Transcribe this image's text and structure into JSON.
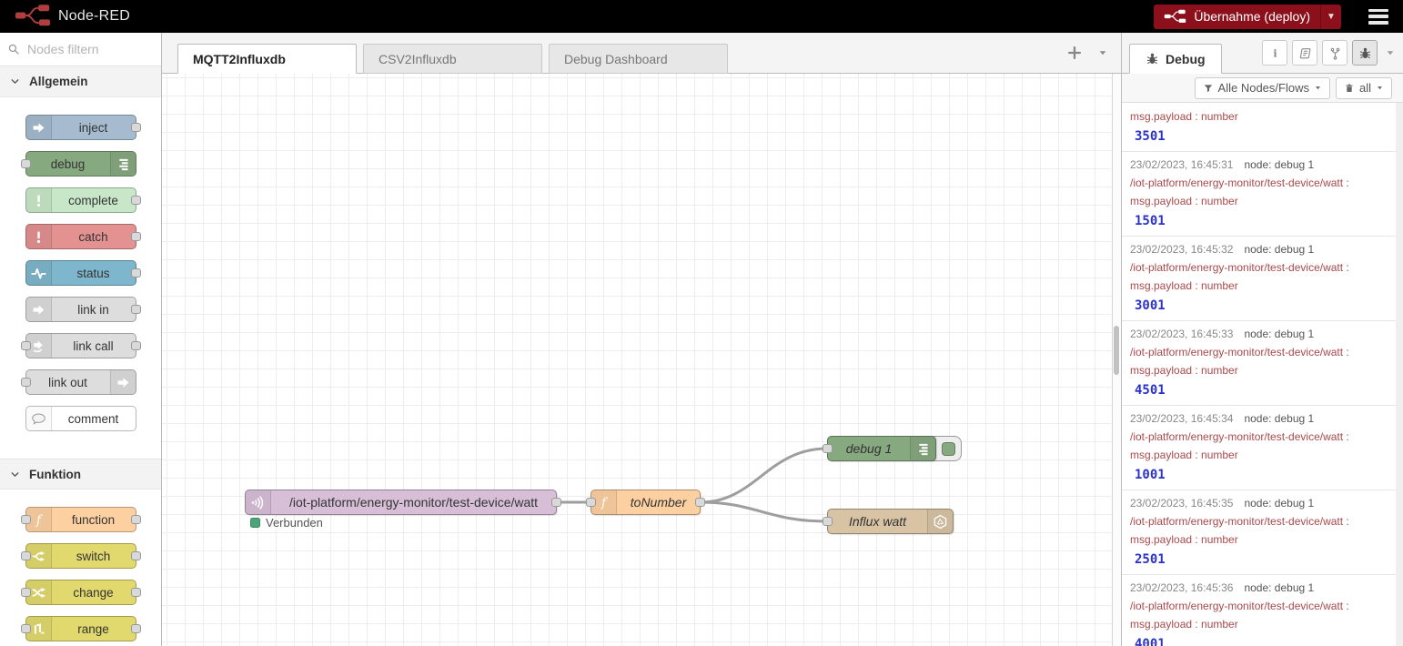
{
  "header": {
    "app_name": "Node-RED",
    "deploy_label": "Übernahme (deploy)",
    "deploy_color": "#8C101C",
    "brand_red": "#B03E3E"
  },
  "palette": {
    "search_placeholder": "Nodes filtern",
    "sections": [
      {
        "label": "Allgemein",
        "items": [
          {
            "label": "inject",
            "color": "#a6bbcf",
            "icon": "inject-icon",
            "icon_side": "left",
            "ports": [
              "out"
            ]
          },
          {
            "label": "debug",
            "color": "#87a980",
            "icon": "debug-icon",
            "icon_side": "right",
            "ports": [
              "in"
            ]
          },
          {
            "label": "complete",
            "color": "#c8e7c8",
            "icon": "complete-icon",
            "icon_side": "left",
            "ports": [
              "out"
            ]
          },
          {
            "label": "catch",
            "color": "#e49191",
            "icon": "catch-icon",
            "icon_side": "left",
            "ports": [
              "out"
            ]
          },
          {
            "label": "status",
            "color": "#7eb6cd",
            "icon": "status-icon",
            "icon_side": "left",
            "ports": [
              "out"
            ]
          },
          {
            "label": "link in",
            "color": "#dddddd",
            "icon": "link-in-icon",
            "icon_side": "left",
            "ports": [
              "out"
            ]
          },
          {
            "label": "link call",
            "color": "#dddddd",
            "icon": "link-call-icon",
            "icon_side": "left",
            "ports": [
              "in",
              "out"
            ]
          },
          {
            "label": "link out",
            "color": "#dddddd",
            "icon": "link-out-icon",
            "icon_side": "right",
            "ports": [
              "in"
            ]
          },
          {
            "label": "comment",
            "color": "#ffffff",
            "icon": "comment-icon",
            "icon_side": "left",
            "ports": []
          }
        ]
      },
      {
        "label": "Funktion",
        "items": [
          {
            "label": "function",
            "color": "#fdd0a2",
            "icon": "function-icon",
            "icon_side": "left",
            "ports": [
              "in",
              "out"
            ]
          },
          {
            "label": "switch",
            "color": "#e2d96e",
            "icon": "switch-icon",
            "icon_side": "left",
            "ports": [
              "in",
              "out"
            ]
          },
          {
            "label": "change",
            "color": "#e2d96e",
            "icon": "change-icon",
            "icon_side": "left",
            "ports": [
              "in",
              "out"
            ]
          },
          {
            "label": "range",
            "color": "#e2d96e",
            "icon": "range-icon",
            "icon_side": "left",
            "ports": [
              "in",
              "out"
            ]
          }
        ]
      }
    ]
  },
  "workspace": {
    "tabs": [
      {
        "label": "MQTT2Influxdb",
        "active": true
      },
      {
        "label": "CSV2Influxdb",
        "active": false
      },
      {
        "label": "Debug Dashboard",
        "active": false
      }
    ],
    "flow": {
      "mqtt_node": {
        "label": "/iot-platform/energy-monitor/test-device/watt",
        "status": "Verbunden",
        "color": "#d8bfd8",
        "status_color": "#4ca579"
      },
      "function_node": {
        "label": "toNumber",
        "color": "#fdd0a2"
      },
      "debug_node": {
        "label": "debug 1",
        "color": "#87a980"
      },
      "influx_node": {
        "label": "Influx watt",
        "color": "#d8c3a4"
      }
    }
  },
  "sidebar": {
    "tab_label": "Debug",
    "filter_button": "Alle Nodes/Flows",
    "clear_button": "all",
    "messages": [
      {
        "time": "",
        "node": "",
        "topic": "",
        "property": "msg.payload : number",
        "value": "3501"
      },
      {
        "time": "23/02/2023, 16:45:31",
        "node": "node: debug 1",
        "topic": "/iot-platform/energy-monitor/test-device/watt :",
        "property": "msg.payload : number",
        "value": "1501"
      },
      {
        "time": "23/02/2023, 16:45:32",
        "node": "node: debug 1",
        "topic": "/iot-platform/energy-monitor/test-device/watt :",
        "property": "msg.payload : number",
        "value": "3001"
      },
      {
        "time": "23/02/2023, 16:45:33",
        "node": "node: debug 1",
        "topic": "/iot-platform/energy-monitor/test-device/watt :",
        "property": "msg.payload : number",
        "value": "4501"
      },
      {
        "time": "23/02/2023, 16:45:34",
        "node": "node: debug 1",
        "topic": "/iot-platform/energy-monitor/test-device/watt :",
        "property": "msg.payload : number",
        "value": "1001"
      },
      {
        "time": "23/02/2023, 16:45:35",
        "node": "node: debug 1",
        "topic": "/iot-platform/energy-monitor/test-device/watt :",
        "property": "msg.payload : number",
        "value": "2501"
      },
      {
        "time": "23/02/2023, 16:45:36",
        "node": "node: debug 1",
        "topic": "/iot-platform/energy-monitor/test-device/watt :",
        "property": "msg.payload : number",
        "value": "4001"
      }
    ]
  }
}
